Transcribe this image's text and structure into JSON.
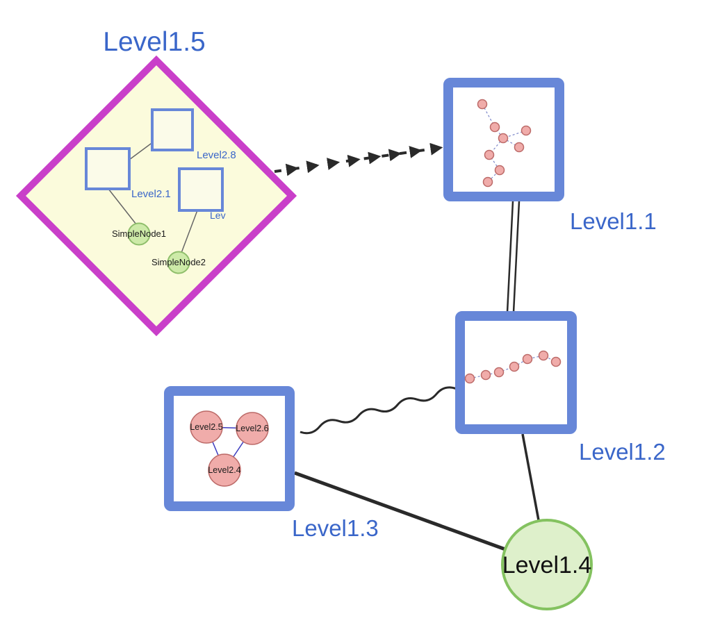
{
  "diagram": {
    "colors": {
      "label_blue": "#3a66c9",
      "diamond_border": "#c93fc9",
      "diamond_fill": "#fbfbdc",
      "box_border": "#6787d8",
      "green_node_fill": "#def0cb",
      "green_node_border": "#84c260",
      "small_green_fill": "#cdeaa8",
      "small_green_border": "#8fbe6b",
      "pink_node_fill": "#f0acaa",
      "pink_node_border": "#bc6a68",
      "edge_color": "#2a2a2a"
    },
    "nodes": {
      "level15": {
        "label": "Level1.5",
        "shape": "diamond",
        "inner_square_labels": [
          "Level2.8",
          "Level2.1",
          "Lev"
        ],
        "simple_node_labels": [
          "SimpleNode1",
          "SimpleNode2"
        ]
      },
      "level11": {
        "label": "Level1.1",
        "shape": "box"
      },
      "level12": {
        "label": "Level1.2",
        "shape": "box"
      },
      "level13": {
        "label": "Level1.3",
        "shape": "box",
        "inner_circle_labels": [
          "Level2.5",
          "Level2.6",
          "Level2.4"
        ]
      },
      "level14": {
        "label": "Level1.4",
        "shape": "circle"
      }
    },
    "edges": [
      {
        "from": "Level1.5",
        "to": "Level1.1",
        "style": "dashed-arrow"
      },
      {
        "from": "Level1.1",
        "to": "Level1.2",
        "style": "double-line"
      },
      {
        "from": "Level1.3",
        "to": "Level1.2",
        "style": "wavy"
      },
      {
        "from": "Level1.3",
        "to": "Level1.4",
        "style": "solid"
      },
      {
        "from": "Level1.2",
        "to": "Level1.4",
        "style": "solid"
      }
    ]
  }
}
